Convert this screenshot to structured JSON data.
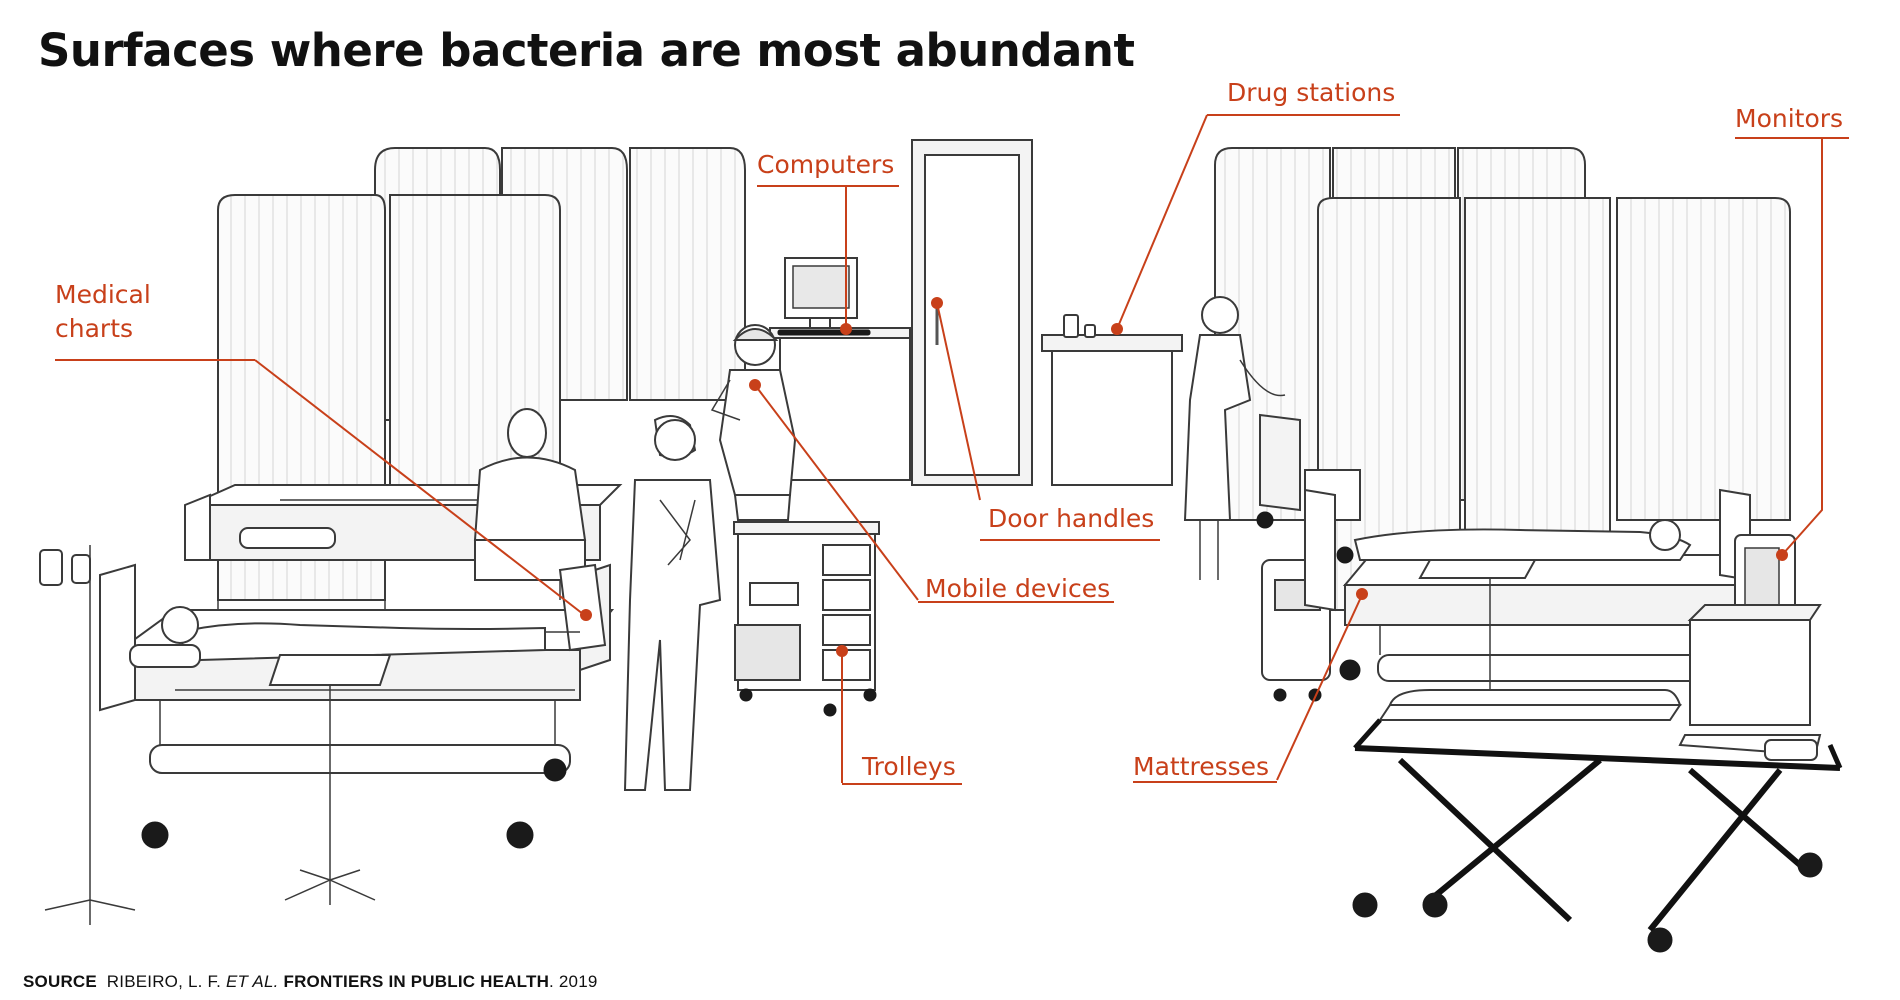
{
  "title": "Surfaces where bacteria are most abundant",
  "labels": {
    "medical_charts_line1": "Medical",
    "medical_charts_line2": "charts",
    "computers": "Computers",
    "drug_stations": "Drug stations",
    "monitors": "Monitors",
    "door_handles": "Door handles",
    "mobile_devices": "Mobile devices",
    "trolleys": "Trolleys",
    "mattresses": "Mattresses"
  },
  "source": {
    "prefix": "SOURCE",
    "authors": "RIBEIRO, L. F.",
    "etal": "ET AL.",
    "journal": "FRONTIERS IN PUBLIC HEALTH",
    "year": ". 2019"
  },
  "colors": {
    "accent": "#c8401a",
    "outline": "#3a3a3a",
    "title": "#111111"
  }
}
